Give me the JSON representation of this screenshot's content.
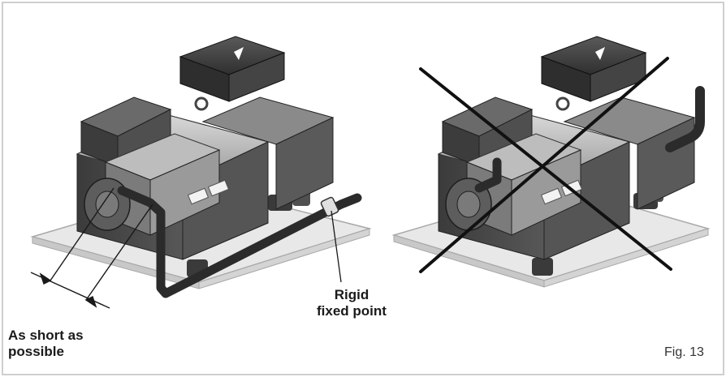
{
  "figure": {
    "caption": "Fig. 13"
  },
  "annotations": {
    "short_line1": "As short as",
    "short_line2": "possible",
    "fixed_line1": "Rigid",
    "fixed_line2": "fixed point"
  },
  "colors": {
    "frame_border": "#cfcfcf",
    "base_plate": "#e8e8e8",
    "compressor_dark": "#4a4a4a",
    "compressor_mid": "#8a8a8a",
    "compressor_light": "#d6d6d6",
    "pipe": "#2b2b2b",
    "cross": "#111111",
    "text": "#1a1a1a"
  },
  "icons": {
    "correct": "compressor-with-routed-pipe",
    "wrong": "compressor-with-cross-mark"
  }
}
